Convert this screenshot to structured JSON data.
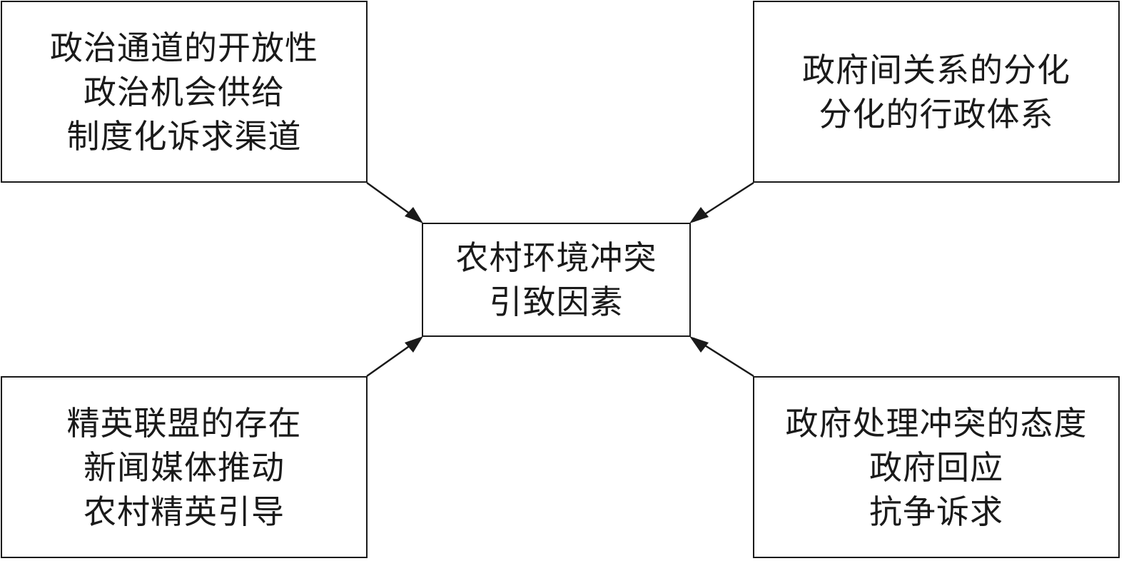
{
  "center": {
    "lines": [
      "农村环境冲突",
      "引致因素"
    ]
  },
  "top_left": {
    "lines": [
      "政治通道的开放性",
      "政治机会供给",
      "制度化诉求渠道"
    ]
  },
  "top_right": {
    "lines": [
      "政府间关系的分化",
      "分化的行政体系"
    ]
  },
  "bottom_left": {
    "lines": [
      "精英联盟的存在",
      "新闻媒体推动",
      "农村精英引导"
    ]
  },
  "bottom_right": {
    "lines": [
      "政府处理冲突的态度",
      "政府回应",
      "抗争诉求"
    ]
  }
}
